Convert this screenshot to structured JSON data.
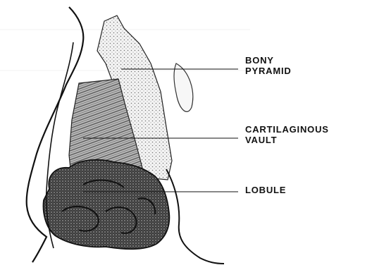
{
  "labels": {
    "bony_pyramid": "BONY\nPYRAMID",
    "cartilaginous_vault": "CARTILAGINOUS\nVAULT",
    "lobule": "LOBULE"
  },
  "colors": {
    "ink": "#111111",
    "bone_fill": "#e8e8e8",
    "cartilage_fill": "#cfcfcf",
    "lobule_fill": "#3a3a3a"
  }
}
